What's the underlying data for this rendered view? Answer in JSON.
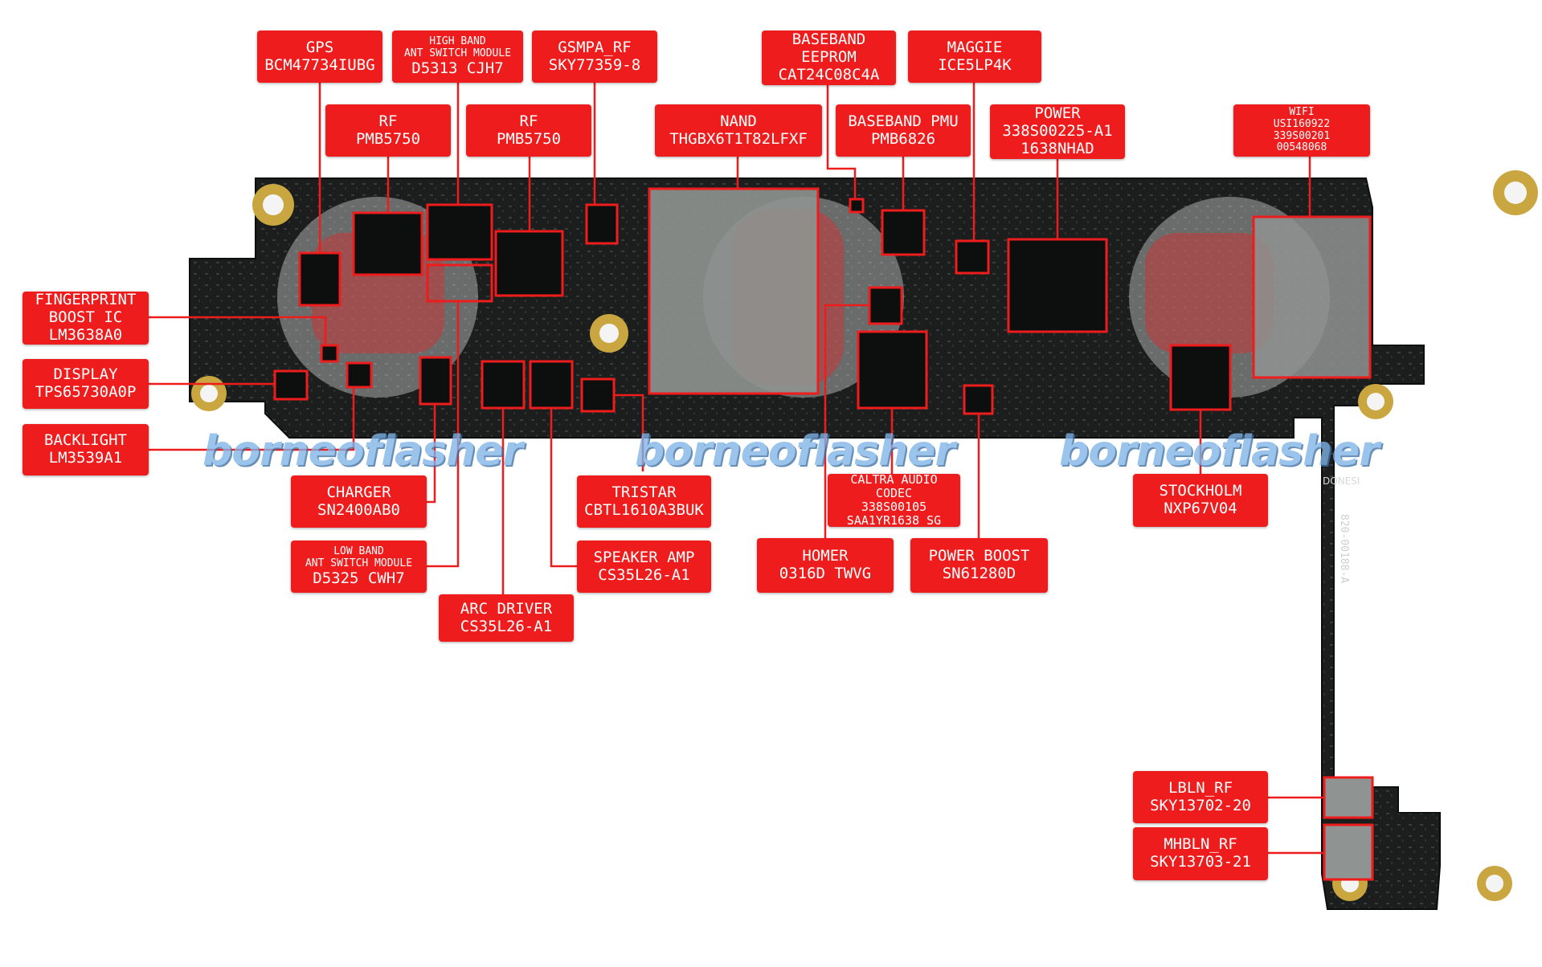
{
  "watermark": "borneoflasher",
  "board_text": {
    "side_code": "820-00188-A",
    "corner": "DONESI"
  },
  "colors": {
    "label_bg": "#ee1c1c",
    "label_text": "#ffffff",
    "board": "#1b1e1d",
    "watermark": "#7fb4e8",
    "pad_gold": "#c9a640",
    "shield": "#8f9391"
  },
  "labels": [
    {
      "id": "gps",
      "lines": [
        "GPS",
        "BCM47734IUBG"
      ]
    },
    {
      "id": "high-band-ant-switch",
      "lines": [
        "HIGH BAND",
        "ANT SWITCH MODULE",
        "D5313 CJH7"
      ]
    },
    {
      "id": "gsmpa-rf",
      "lines": [
        "GSMPA_RF",
        "SKY77359-8"
      ]
    },
    {
      "id": "rf-1",
      "lines": [
        "RF",
        "PMB5750"
      ]
    },
    {
      "id": "rf-2",
      "lines": [
        "RF",
        "PMB5750"
      ]
    },
    {
      "id": "baseband-eeprom",
      "lines": [
        "BASEBAND",
        "EEPROM",
        "CAT24C08C4A"
      ]
    },
    {
      "id": "maggie",
      "lines": [
        "MAGGIE",
        "ICE5LP4K"
      ]
    },
    {
      "id": "nand",
      "lines": [
        "NAND",
        "THGBX6T1T82LFXF"
      ]
    },
    {
      "id": "baseband-pmu",
      "lines": [
        "BASEBAND PMU",
        "PMB6826"
      ]
    },
    {
      "id": "power",
      "lines": [
        "POWER",
        "338S00225-A1",
        "1638NHAD"
      ]
    },
    {
      "id": "wifi",
      "lines": [
        "WIFI",
        "USI160922",
        "339S00201",
        "00548068"
      ]
    },
    {
      "id": "fingerprint-boost",
      "lines": [
        "FINGERPRINT",
        "BOOST IC",
        "LM3638A0"
      ]
    },
    {
      "id": "display",
      "lines": [
        "DISPLAY",
        "TPS65730A0P"
      ]
    },
    {
      "id": "backlight",
      "lines": [
        "BACKLIGHT",
        "LM3539A1"
      ]
    },
    {
      "id": "charger",
      "lines": [
        "CHARGER",
        "SN2400AB0"
      ]
    },
    {
      "id": "low-band-ant-switch",
      "lines": [
        "LOW BAND",
        "ANT SWITCH MODULE",
        "D5325 CWH7"
      ]
    },
    {
      "id": "arc-driver",
      "lines": [
        "ARC DRIVER",
        "CS35L26-A1"
      ]
    },
    {
      "id": "speaker-amp",
      "lines": [
        "SPEAKER AMP",
        "CS35L26-A1"
      ]
    },
    {
      "id": "tristar",
      "lines": [
        "TRISTAR",
        "CBTL1610A3BUK"
      ]
    },
    {
      "id": "homer",
      "lines": [
        "HOMER",
        "0316D TWVG"
      ]
    },
    {
      "id": "caltra-audio-codec",
      "lines": [
        "CALTRA AUDIO",
        "CODEC",
        "338S00105",
        "SAA1YR1638 SG"
      ]
    },
    {
      "id": "power-boost",
      "lines": [
        "POWER BOOST",
        "SN61280D"
      ]
    },
    {
      "id": "stockholm",
      "lines": [
        "STOCKHOLM",
        "NXP67V04"
      ]
    },
    {
      "id": "lbln-rf",
      "lines": [
        "LBLN_RF",
        "SKY13702-20"
      ]
    },
    {
      "id": "mhbln-rf",
      "lines": [
        "MHBLN_RF",
        "SKY13703-21"
      ]
    }
  ]
}
